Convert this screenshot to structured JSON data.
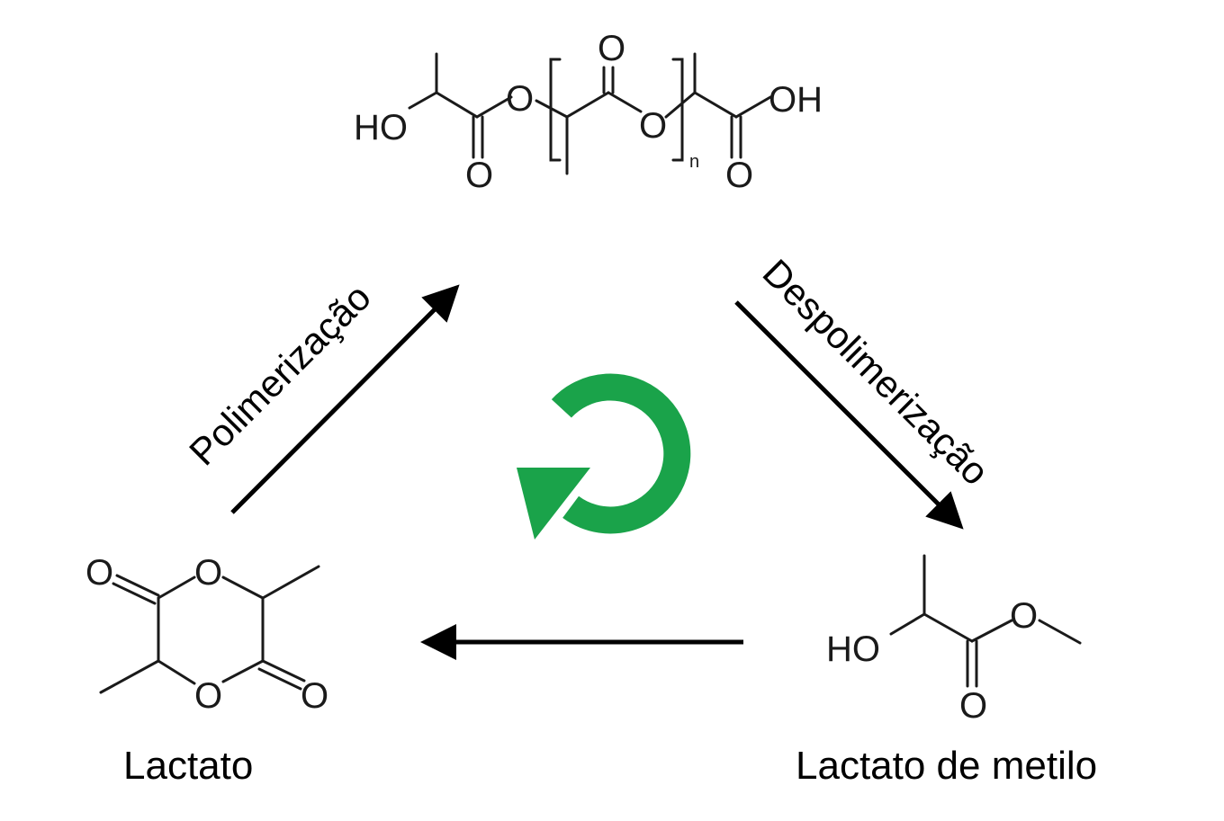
{
  "labels": {
    "polymerization": "Polimerização",
    "depolymerization": "Despolimerização",
    "lactide": "Lactato",
    "methyl_lactate": "Lactato de metilo"
  },
  "atoms": {
    "hydroxyl_left": "HO",
    "oxygen": "O",
    "carboxyl_oh": "OH",
    "repeat_n": "n",
    "hydroxyl_ml": "HO"
  },
  "colors": {
    "cycle_icon": "#1aa34a",
    "arrows": "#000000",
    "bonds": "#1a1a1a"
  },
  "icons": {
    "cycle": "recycle-circular-arrow-icon"
  }
}
